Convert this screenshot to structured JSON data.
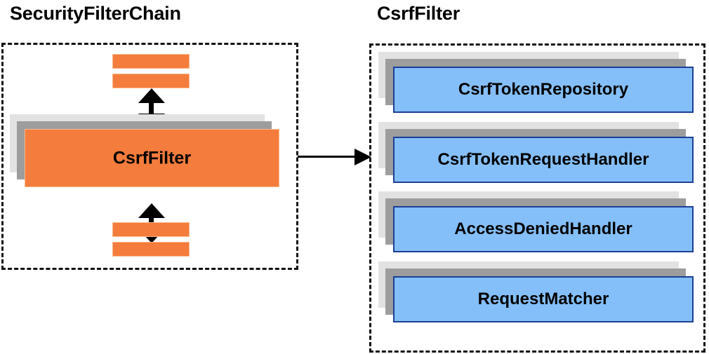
{
  "diagram": {
    "title_left": "SecurityFilterChain",
    "title_right": "CsrfFilter",
    "colors": {
      "orange_fill": "#f47c3c",
      "orange_border": "#fbb98c",
      "blue_fill": "#85bff9",
      "blue_border": "#1b3f94",
      "shadow_near": "#9d9d9d",
      "shadow_far": "#e2e2e2",
      "outline": "#111111",
      "text": "#000000",
      "background": "#ffffff"
    }
  },
  "left_panel": {
    "title": "SecurityFilterChain",
    "filter_box": {
      "label": "CsrfFilter"
    },
    "upper_bars": [
      {
        "label": ""
      },
      {
        "label": ""
      }
    ],
    "lower_bars": [
      {
        "label": ""
      },
      {
        "label": ""
      }
    ],
    "arrows": {
      "upper": "double-headed-vertical-arrow",
      "lower": "double-headed-vertical-arrow"
    }
  },
  "connector": {
    "kind": "right-arrow",
    "from": "CsrfFilter",
    "to": "CsrfFilter collaborators"
  },
  "right_panel": {
    "title": "CsrfFilter",
    "components": [
      {
        "label": "CsrfTokenRepository"
      },
      {
        "label": "CsrfTokenRequestHandler"
      },
      {
        "label": "AccessDeniedHandler"
      },
      {
        "label": "RequestMatcher"
      }
    ]
  }
}
